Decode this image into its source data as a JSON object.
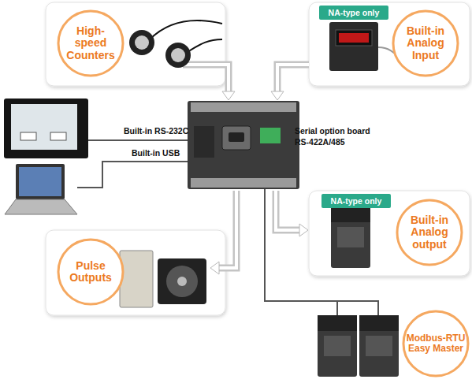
{
  "diagram": {
    "nodes": [
      {
        "text": [
          "High-speed Counters"
        ]
      },
      {
        "text": [
          "NA-type only"
        ]
      },
      {
        "text": [
          "Built-in Analog Input"
        ]
      },
      {
        "text": [
          "NA-type only"
        ]
      },
      {
        "text": [
          "Built-in Analog output"
        ]
      },
      {
        "text": [
          "Pulse Outputs"
        ]
      },
      {
        "text": [
          "Modbus-RTU Easy Master"
        ]
      }
    ],
    "labels": [
      "Built-in RS-232C",
      "Built-in USB",
      "Serial option board RS-422A/485"
    ]
  }
}
